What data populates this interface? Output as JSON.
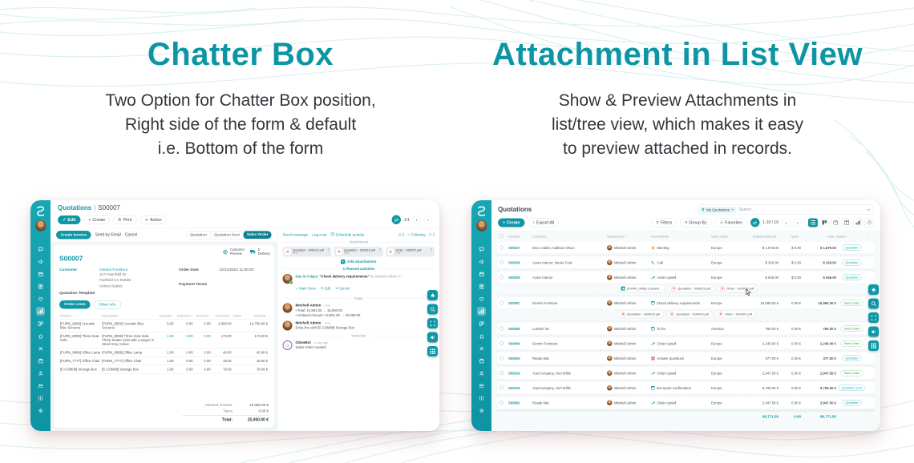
{
  "accent_color": "#0f97a5",
  "features": [
    {
      "title": "Chatter Box",
      "desc_lines": [
        "Two Option for Chatter Box position,",
        "Right side of the form & default",
        "i.e. Bottom of the form"
      ]
    },
    {
      "title": "Attachment in List View",
      "desc_lines": [
        "Show & Preview Attachments in",
        "list/tree view, which makes it easy",
        "to preview attached in records."
      ]
    }
  ],
  "sidebar": {
    "icons": [
      "discuss",
      "marketing",
      "calendar",
      "notes",
      "favorites",
      "sales",
      "kanban",
      "home",
      "point-of-sale",
      "inventory",
      "contacts",
      "employees",
      "apps",
      "settings"
    ],
    "active_icon": "sales"
  },
  "side_toolbar_icons": [
    "star",
    "search",
    "expand",
    "announce",
    "apps"
  ],
  "form_screen": {
    "breadcrumb": {
      "app": "Quotations",
      "record": "S00007"
    },
    "toolbar": {
      "edit": "Edit",
      "create": "Create",
      "print": "Print",
      "action": "Action",
      "pager": "1/1"
    },
    "statusbar": {
      "buttons": [
        "Create Invoice",
        "Send by Email",
        "Cancel"
      ],
      "stages": [
        "Quotation",
        "Quotation Sent",
        "Sales Order"
      ],
      "active_stage": "Sales Order"
    },
    "smart_buttons": [
      {
        "label": "Customer Preview",
        "icon": "globe"
      },
      {
        "value": "1",
        "label": "Delivery",
        "icon": "truck"
      }
    ],
    "record": {
      "name": "S00007",
      "customer_label": "Customer",
      "customer": "Gemini Furniture",
      "address": [
        "317 Fairchild Dr",
        "Fairfield CA 94535",
        "United States"
      ],
      "template_label": "Quotation Template",
      "order_date_label": "Order Date",
      "order_date": "10/12/2022 11:00:23",
      "payment_terms_label": "Payment Terms"
    },
    "tabs": [
      "Order Lines",
      "Other Info"
    ],
    "table": {
      "headers": [
        "Product",
        "Description",
        "Quantity",
        "Delivered",
        "Invoiced",
        "Unit Price",
        "Taxes",
        "Subtotal"
      ],
      "rows": [
        {
          "product": "[FURN_6666] Acoustic Bloc Screens",
          "description": "[FURN_6666] Acoustic Bloc Screens",
          "quantity": "5.00",
          "delivered": "0.00",
          "invoiced": "0.00",
          "unit_price": "2,950.00",
          "taxes": "",
          "subtotal": "14,750.00 €",
          "highlight": false
        },
        {
          "product": "[FURN_8999] Three-Seat Sofa",
          "description": "[FURN_8999] Three-Seat Sofa Three Seater Sofa with Lounger in Steel Grey Colour",
          "quantity": "1.00",
          "delivered": "0.00",
          "invoiced": "0.00",
          "unit_price": "173.00",
          "taxes": "",
          "subtotal": "173.00 €",
          "highlight": true
        },
        {
          "product": "[FURN_8888] Office Lamp",
          "description": "[FURN_8888] Office Lamp",
          "quantity": "1.00",
          "delivered": "0.00",
          "invoiced": "0.00",
          "unit_price": "40.00",
          "taxes": "",
          "subtotal": "40.00 €",
          "highlight": false
        },
        {
          "product": "[FURN_7777] Office Chair",
          "description": "[FURN_7777] Office Chair",
          "quantity": "1.00",
          "delivered": "0.00",
          "invoiced": "0.00",
          "unit_price": "18.00",
          "taxes": "",
          "subtotal": "18.00 €",
          "highlight": false
        },
        {
          "product": "[E-COM08] Storage Box",
          "description": "[E-COM08] Storage Box",
          "quantity": "1.00",
          "delivered": "0.00",
          "invoiced": "0.00",
          "unit_price": "79.00",
          "taxes": "",
          "subtotal": "79.00 €",
          "highlight": false
        }
      ]
    },
    "totals": {
      "untaxed_label": "Untaxed Amount:",
      "untaxed": "15,060.00 €",
      "taxes_label": "Taxes",
      "taxes": "0.00 €",
      "total_label": "Total:",
      "total": "15,060.00 €"
    },
    "chatter": {
      "links": [
        "Send message",
        "Log note",
        "Schedule activity"
      ],
      "follow": {
        "messages": "3",
        "following": "Following",
        "followers": "3"
      },
      "attachments_label": "Attachments",
      "attachments": [
        {
          "name": "Quotation - S00023.pdf",
          "type": "PDF"
        },
        {
          "name": "Quotation - S00010.pdf",
          "type": "PDF"
        },
        {
          "name": "Order - S00007.pdf",
          "type": "PDF"
        }
      ],
      "add_attachments": "Add attachments",
      "planned_label": "Planned activities",
      "activity": {
        "due": "Due in 4 days:",
        "title": "\"Check delivery requirements\"",
        "assignee": "for Mitchell Admin",
        "actions": [
          "Mark Done",
          "Edit",
          "Cancel"
        ]
      },
      "groups": [
        {
          "divider": "Today",
          "messages": [
            {
              "author": "Mitchell Admin",
              "time": "- now",
              "bullets": [
                "Total: 14,981.00 → 15,060.00",
                "Untaxed Amount: 14,981.00 → 15,060.00"
              ]
            },
            {
              "author": "Mitchell Admin",
              "time": "- now",
              "text": "Extra line with [E-COM08] Storage Box"
            }
          ]
        },
        {
          "divider": "Yesterday",
          "messages": [
            {
              "author": "OdooBot",
              "time": "- a day ago",
              "text": "Sales Order created",
              "bot": true
            }
          ]
        }
      ]
    }
  },
  "list_screen": {
    "title": "Quotations",
    "search": {
      "facet": "My Quotations",
      "placeholder": "Search..."
    },
    "buttons": {
      "create": "Create",
      "export": "Export All"
    },
    "controls": {
      "filters": "Filters",
      "group_by": "Group By",
      "favorites": "Favorites",
      "pager": "1-10 / 10"
    },
    "headers": [
      "Number",
      "Customer",
      "Salesperson",
      "Next Activity",
      "Sales Team",
      "Untaxed Amount",
      "Taxes",
      "Total",
      "Status"
    ],
    "rows": [
      {
        "number": "S00027",
        "customer": "Deco Addict, Addison Olson",
        "salesperson": "Mitchell Admin",
        "activity": {
          "icon": "meeting",
          "label": "Meeting"
        },
        "team": "Europe",
        "untaxed": "$ 1,879.00",
        "taxes": "$ 0.00",
        "total": "$ 1,879.00",
        "status": "Quotation"
      },
      {
        "number": "S00026",
        "customer": "Azure Interior, Nicole Ford",
        "salesperson": "Mitchell Admin",
        "activity": {
          "icon": "call",
          "label": "Call"
        },
        "team": "Europe",
        "untaxed": "$ 320.00",
        "taxes": "$ 0.00",
        "total": "$ 320.00",
        "status": "Quotation"
      },
      {
        "number": "S00025",
        "customer": "Azure Interior",
        "salesperson": "Mitchell Admin",
        "activity": {
          "icon": "upsell",
          "label": "Order Upsell"
        },
        "team": "Europe",
        "untaxed": "$ 546.00",
        "taxes": "$ 0.00",
        "total": "$ 546.00",
        "status": "Quotation",
        "attachments": [
          {
            "icon": "image",
            "name": "[FURN_0096] Customi..."
          },
          {
            "icon": "pdf",
            "name": "Quotation - S00023.pdf"
          },
          {
            "icon": "pdf",
            "name": "Order - S00076.pdf"
          }
        ],
        "cursor": true
      },
      {
        "number": "S00007",
        "customer": "Gemini Furniture",
        "salesperson": "Mitchell Admin",
        "activity": {
          "icon": "calendar",
          "label": "Check delivery requirements"
        },
        "team": "Europe",
        "untaxed": "15,060.00 €",
        "taxes": "0.00 €",
        "total": "15,060.00 €",
        "status": "Sales Order",
        "attachments": [
          {
            "icon": "pdf",
            "name": "Quotation - S00023.pdf"
          },
          {
            "icon": "pdf",
            "name": "Quotation - S00010.pdf"
          },
          {
            "icon": "pdf",
            "name": "Order - S00007.pdf"
          }
        ]
      },
      {
        "number": "S00006",
        "customer": "Lumber Inc",
        "salesperson": "Mitchell Admin",
        "activity": {
          "icon": "calendar",
          "label": "To Do"
        },
        "team": "America",
        "untaxed": "760.00 €",
        "taxes": "0.00 €",
        "total": "760.00 €",
        "status": "Sales Order"
      },
      {
        "number": "S00004",
        "customer": "Gemini Furniture",
        "salesperson": "Mitchell Admin",
        "activity": {
          "icon": "upsell",
          "label": "Order Upsell"
        },
        "team": "Europe",
        "untaxed": "2,240.00 €",
        "taxes": "0.00 €",
        "total": "2,240.00 €",
        "status": "Sales Order"
      },
      {
        "number": "S00003",
        "customer": "Ready Mat",
        "salesperson": "Mitchell Admin",
        "activity": {
          "icon": "grid",
          "label": "Answer questions"
        },
        "team": "Europe",
        "untaxed": "377.00 €",
        "taxes": "0.00 €",
        "total": "377.00 €",
        "status": "Quotation"
      },
      {
        "number": "S00019",
        "customer": "YourCompany, Joel Willis",
        "salesperson": "Mitchell Admin",
        "activity": {
          "icon": "upsell",
          "label": "Order Upsell"
        },
        "team": "Europe",
        "untaxed": "2,947.50 €",
        "taxes": "0.00 €",
        "total": "2,947.50 €",
        "status": "Sales Order"
      },
      {
        "number": "S00018",
        "customer": "YourCompany, Joel Willis",
        "salesperson": "Mitchell Admin",
        "activity": {
          "icon": "calendar",
          "label": "Get quote confirmation"
        },
        "team": "Europe",
        "untaxed": "9,705.00 €",
        "taxes": "0.00 €",
        "total": "9,705.00 €",
        "status": "Quotation Sent"
      },
      {
        "number": "S00002",
        "customer": "Ready Mat",
        "salesperson": "Mitchell Admin",
        "activity": {
          "icon": "upsell",
          "label": "Order Upsell"
        },
        "team": "Europe",
        "untaxed": "2,947.50 €",
        "taxes": "0.00 €",
        "total": "2,947.50 €",
        "status": "Quotation"
      }
    ],
    "footer": {
      "untaxed": "86,771.50",
      "taxes": "0.00",
      "total": "86,771.50"
    }
  }
}
